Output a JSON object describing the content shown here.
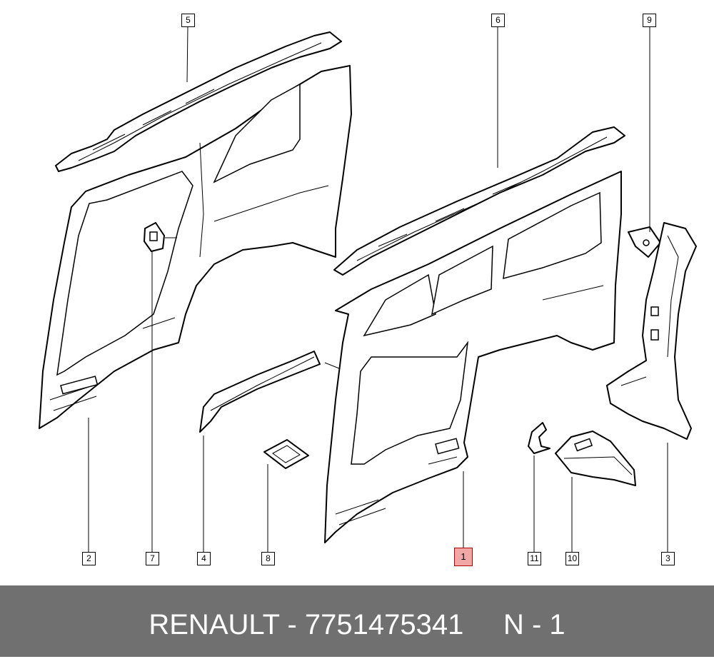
{
  "callouts": {
    "c1": "1",
    "c2": "2",
    "c3": "3",
    "c4": "4",
    "c5": "5",
    "c6": "6",
    "c7": "7",
    "c8": "8",
    "c9": "9",
    "c10": "10",
    "c11": "11"
  },
  "highlight_color": "#f2a7a7",
  "footer": {
    "background": "#707070",
    "text": "RENAULT - 7751475341     N - 1"
  }
}
